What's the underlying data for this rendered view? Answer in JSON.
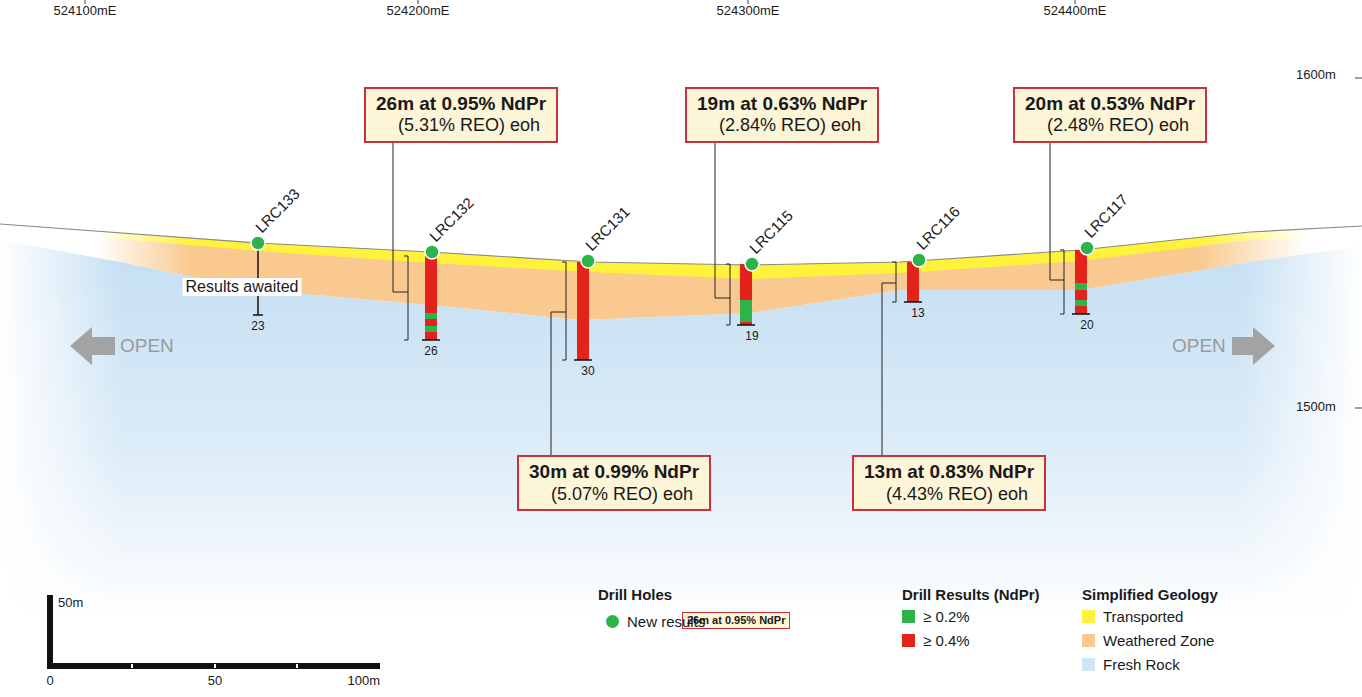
{
  "diagram": {
    "nodes": [
      {
        "text": [
          "26m at 0.95% NdPr",
          "(5.31% REO) eoh"
        ]
      },
      {
        "text": [
          "19m at 0.63% NdPr",
          "(2.84% REO) eoh"
        ]
      },
      {
        "text": [
          "20m at 0.53% NdPr",
          "(2.48% REO) eoh"
        ]
      },
      {
        "text": [
          "30m at 0.99% NdPr",
          "(5.07% REO) eoh"
        ]
      },
      {
        "text": [
          "13m at 0.83% NdPr",
          "(4.43% REO) eoh"
        ]
      },
      {
        "text": [
          "26m at 0.95% NdPr"
        ]
      }
    ],
    "labels": [
      "524100mE",
      "524200mE",
      "524300mE",
      "524400mE",
      "1600m",
      "1500m",
      "LRC133",
      "LRC132",
      "LRC131",
      "LRC115",
      "LRC116",
      "LRC117",
      "Results awaited",
      "23",
      "26",
      "30",
      "19",
      "13",
      "20",
      "OPEN",
      "OPEN",
      "50m",
      "0",
      "50",
      "100m",
      "Drill Holes",
      "Drill Results (NdPr)",
      "Simplified Geology"
    ],
    "legend": [
      {
        "text": "New results"
      },
      {
        "text": "≥ 0.2%",
        "color": "#2db34a"
      },
      {
        "text": "≥ 0.4%",
        "color": "#e3221b"
      },
      {
        "text": "Transported",
        "color": "#fff23a"
      },
      {
        "text": "Weathered Zone",
        "color": "#f9c98f"
      },
      {
        "text": "Fresh Rock",
        "color": "#cfe6f5"
      }
    ]
  }
}
